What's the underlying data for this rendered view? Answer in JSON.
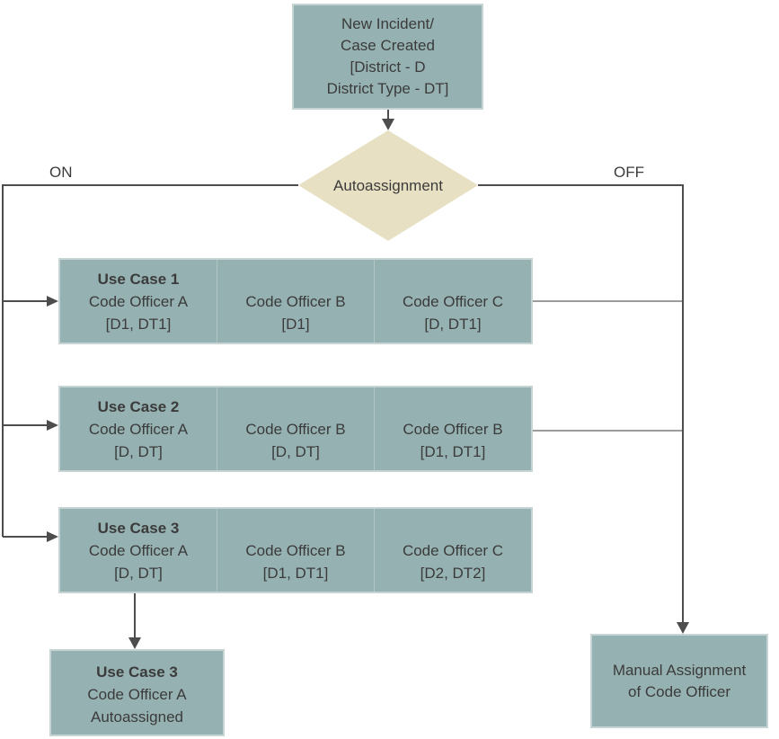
{
  "colors": {
    "box_fill": "#96b1b1",
    "box_border": "#c6d4d3",
    "diamond_fill": "#e8e0c3",
    "line_dark": "#4d4d4d",
    "line_light": "#9b9b9b",
    "text": "#3b3b3b",
    "page_bg": "#ffffff"
  },
  "flowchart": {
    "start_node": {
      "text": "New Incident/\nCase Created\n[District - D\nDistrict Type - DT]"
    },
    "decision_node": {
      "label": "Autoassignment"
    },
    "branch_labels": {
      "on": "ON",
      "off": "OFF"
    },
    "use_cases": [
      {
        "title": "Use Case 1",
        "officers": [
          {
            "name": "Code Officer A",
            "criteria": "[D1, DT1]"
          },
          {
            "name": "Code Officer B",
            "criteria": "[D1]"
          },
          {
            "name": "Code Officer C",
            "criteria": "[D, DT1]"
          }
        ]
      },
      {
        "title": "Use Case 2",
        "officers": [
          {
            "name": "Code Officer A",
            "criteria": "[D, DT]"
          },
          {
            "name": "Code Officer B",
            "criteria": "[D, DT]"
          },
          {
            "name": "Code Officer B",
            "criteria": "[D1, DT1]"
          }
        ]
      },
      {
        "title": "Use Case 3",
        "officers": [
          {
            "name": "Code Officer A",
            "criteria": "[D, DT]"
          },
          {
            "name": "Code Officer B",
            "criteria": "[D1, DT1]"
          },
          {
            "name": "Code Officer C",
            "criteria": "[D2, DT2]"
          }
        ]
      }
    ],
    "result_node": {
      "title": "Use Case 3",
      "line1": "Code Officer A",
      "line2": "Autoassigned"
    },
    "manual_node": {
      "text": "Manual Assignment\nof Code Officer"
    }
  }
}
